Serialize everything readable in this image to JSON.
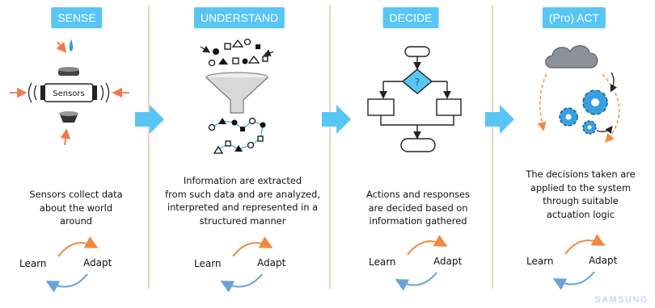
{
  "stages": [
    {
      "tag": "SENSE",
      "desc": [
        "Sensors collect data",
        "about the world",
        "around"
      ]
    },
    {
      "tag": "UNDERSTAND",
      "desc": [
        "Information are extracted",
        "from such data and are analyzed,",
        "interpreted and represented in a",
        "structured manner"
      ]
    },
    {
      "tag": "DECIDE",
      "desc": [
        "Actions and responses",
        "are decided based on",
        "information gathered"
      ]
    },
    {
      "tag": "(Pro) ACT",
      "desc": [
        "The decisions taken are",
        "applied to the system",
        "through suitable",
        "actuation logic"
      ]
    }
  ],
  "sensors_label": "Sensors",
  "cycle": {
    "learn": "Learn",
    "adapt": "Adapt"
  },
  "brand": "SAMSUNG",
  "colors": {
    "tag_bg": "#57c6f5",
    "flow_arrow": "#57c6f5",
    "cycle_top": "#ef8a3c",
    "cycle_bottom": "#6aa3d9",
    "sense_arrows": "#ef7a4a",
    "diamond": "#57c6f5",
    "gear": "#3a9fe0",
    "divider": "#f2d4b8"
  }
}
